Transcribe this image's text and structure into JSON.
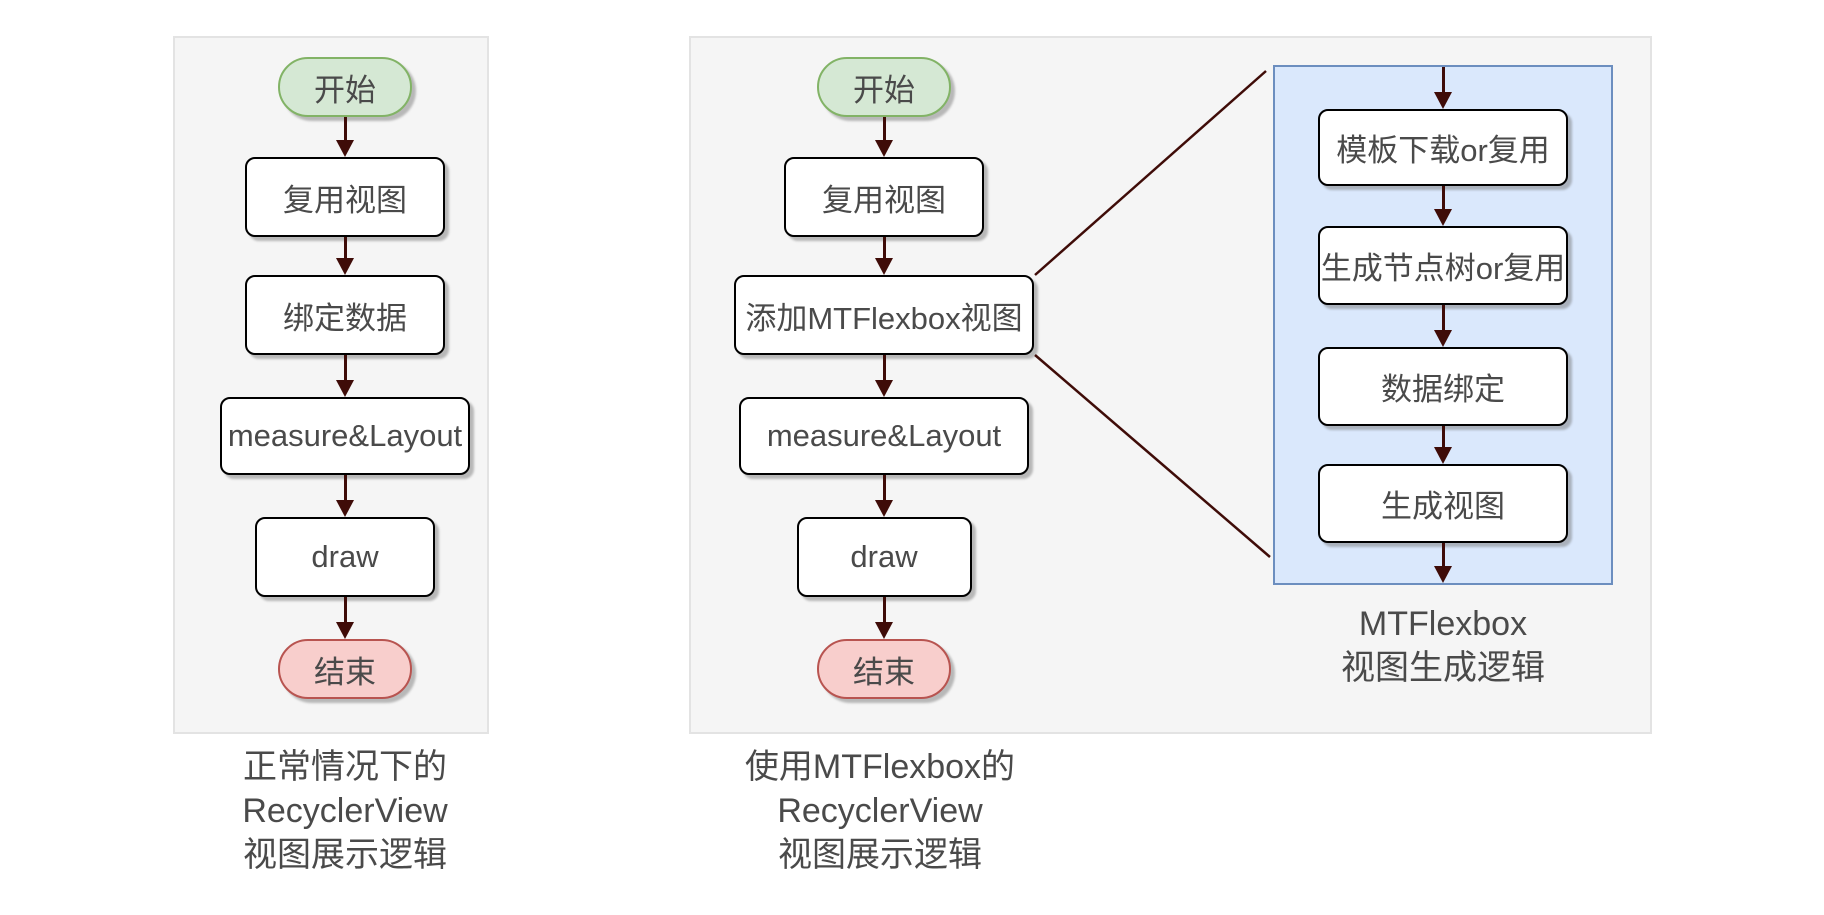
{
  "colors": {
    "page_background": "#ffffff",
    "lane_fill": "#f5f5f5",
    "lane_border": "#e3e3e3",
    "process_fill": "#ffffff",
    "process_border": "#000000",
    "start_fill": "#d5e8d4",
    "start_border": "#82b366",
    "end_fill": "#f8cecc",
    "end_border": "#b85450",
    "panel_fill": "#dae8fc",
    "panel_border": "#6c8ebf",
    "arrow": "#3f0c08",
    "text": "#4a4a4a"
  },
  "charts": {
    "left": {
      "nodes": [
        {
          "type": "start",
          "label": "开始"
        },
        {
          "type": "process",
          "label": "复用视图"
        },
        {
          "type": "process",
          "label": "绑定数据"
        },
        {
          "type": "process",
          "label": "measure&Layout"
        },
        {
          "type": "process",
          "label": "draw"
        },
        {
          "type": "end",
          "label": "结束"
        }
      ],
      "caption": [
        "正常情况下的",
        "RecyclerView",
        "视图展示逻辑"
      ]
    },
    "middle": {
      "nodes": [
        {
          "type": "start",
          "label": "开始"
        },
        {
          "type": "process",
          "label": "复用视图"
        },
        {
          "type": "process",
          "label": "添加MTFlexbox视图"
        },
        {
          "type": "process",
          "label": "measure&Layout"
        },
        {
          "type": "process",
          "label": "draw"
        },
        {
          "type": "end",
          "label": "结束"
        }
      ],
      "caption": [
        "使用MTFlexbox的",
        "RecyclerView",
        "视图展示逻辑"
      ]
    },
    "panel": {
      "nodes": [
        {
          "label": "模板下载or复用"
        },
        {
          "label": "生成节点树or复用"
        },
        {
          "label": "数据绑定"
        },
        {
          "label": "生成视图"
        }
      ],
      "caption": [
        "MTFlexbox",
        "视图生成逻辑"
      ]
    }
  }
}
